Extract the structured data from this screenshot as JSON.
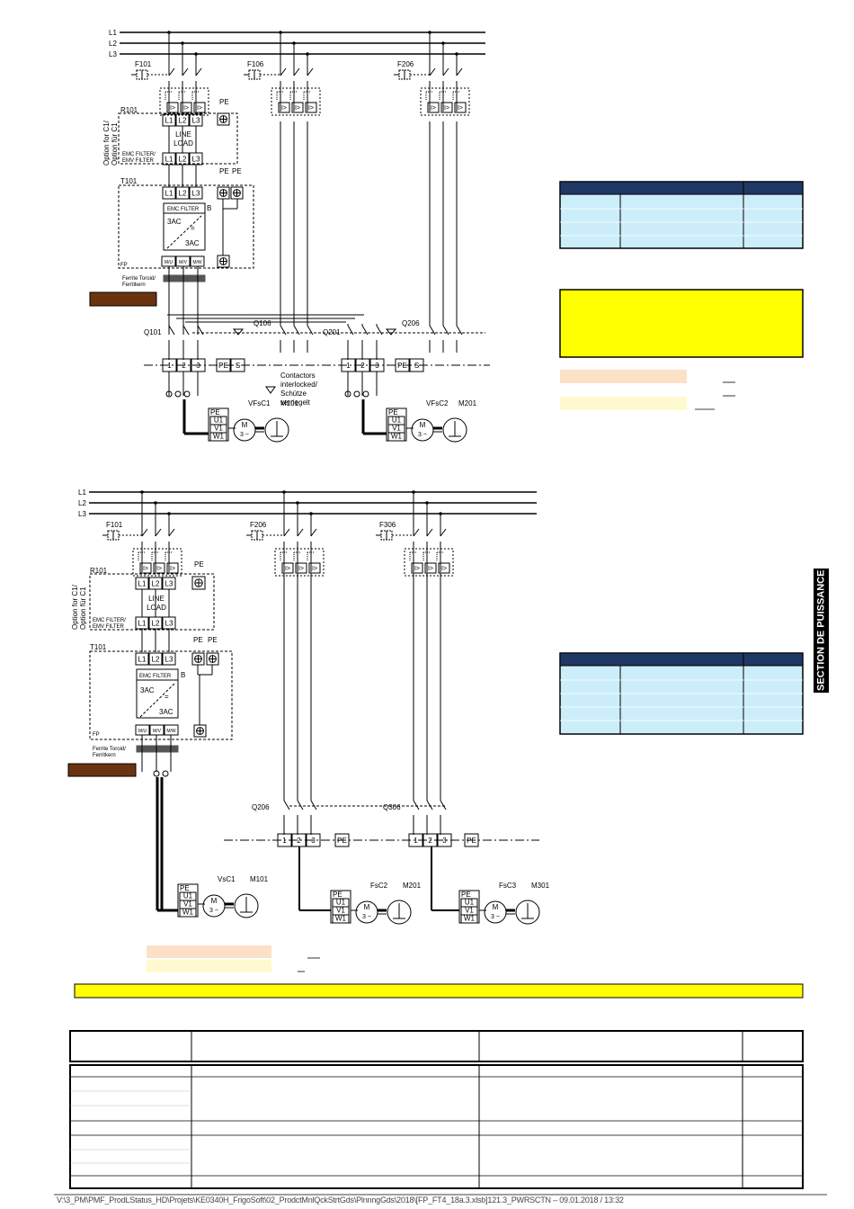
{
  "diagram1": {
    "lines": [
      "L1",
      "L2",
      "L3"
    ],
    "fuses": [
      "F101",
      "F106",
      "F206"
    ],
    "filter_ref": "R101",
    "option_label": "Option for C1/ Option für C1",
    "line_load": [
      "LINE",
      "LOAD"
    ],
    "emc_filter_side": "EMC FILTER/ EMV FILTER",
    "drive_ref": "T101",
    "emc_filter": "EMC FILTER",
    "b": "B",
    "ac_in": "3AC",
    "ac_out": "3AC",
    "fp": "FP",
    "terminals_out": [
      "M/U",
      "M/V",
      "M/W"
    ],
    "terminals_in": [
      "L1",
      "L2",
      "L3"
    ],
    "pe": "PE",
    "ferrite": "Ferrite Toroid/ Ferritkern",
    "contactors": [
      "Q101",
      "Q106",
      "Q201",
      "Q206"
    ],
    "terminal_block": [
      "1",
      "2",
      "3",
      "PE",
      "S"
    ],
    "interlock_note": [
      "Contactors",
      "interlocked/",
      "Schütze",
      "verriegelt"
    ],
    "motors": [
      {
        "label": "VFsC1",
        "ref": "M101"
      },
      {
        "label": "VFsC2",
        "ref": "M201"
      }
    ],
    "motor_terms": [
      "PE",
      "U1",
      "V1",
      "W1"
    ],
    "motor_symbol": [
      "M",
      "3 ~"
    ]
  },
  "diagram2": {
    "lines": [
      "L1",
      "L2",
      "L3"
    ],
    "fuses": [
      "F101",
      "F206",
      "F306"
    ],
    "filter_ref": "R101",
    "option_label": "Option for C1/ Option für C1",
    "line_load": [
      "LINE",
      "LOAD"
    ],
    "emc_filter_side": "EMC FILTER/ EMV FILTER",
    "drive_ref": "T101",
    "emc_filter": "EMC FILTER",
    "b": "B",
    "ac_in": "3AC",
    "ac_out": "3AC",
    "fp": "FP",
    "terminals_out": [
      "M/U",
      "M/V",
      "M/W"
    ],
    "terminals_in": [
      "L1",
      "L2",
      "L3"
    ],
    "pe": "PE",
    "ferrite": "Ferrite Toroid/ Ferritkern",
    "contactors": [
      "Q206",
      "Q306"
    ],
    "terminal_block": [
      "1",
      "2",
      "3",
      "PE"
    ],
    "motors": [
      {
        "label": "VsC1",
        "ref": "M101"
      },
      {
        "label": "FsC2",
        "ref": "M201"
      },
      {
        "label": "FsC3",
        "ref": "M301"
      }
    ],
    "motor_terms": [
      "PE",
      "U1",
      "V1",
      "W1"
    ],
    "motor_symbol": [
      "M",
      "3 ~"
    ]
  },
  "side_tab": "SECTION DE PUISSANCE",
  "footer": "V:\\3_PM\\PMF_ProdLStatus_HD\\Projets\\KE0340H_FrigoSoft\\02_ProdctMnlQckStrtGds\\PlnnngGds\\2018\\[FP_FT4_18a.3.xlsb]121.3_PWRSCTN – 09.01.2018 / 13:32",
  "colors": {
    "table_header": "#1f3864",
    "table_body": "#cceefa",
    "warning": "#ffff00",
    "legend_peach": "#fde0c8",
    "legend_cream": "#fff9d0",
    "ferrite_box": "#6b3410"
  }
}
